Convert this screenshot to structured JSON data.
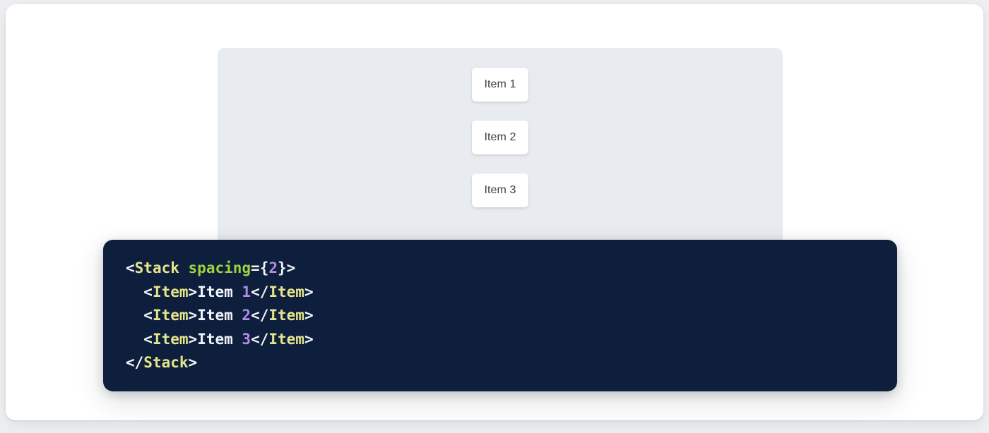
{
  "colors": {
    "page_background": "#eceef1",
    "card_background": "#ffffff",
    "preview_background": "#e8ebf0",
    "code_background": "#0d1f3c",
    "item_background": "#ffffff",
    "item_text": "#3f3f3f",
    "syntax_punctuation": "#f2f4f8",
    "syntax_tag": "#e6e58c",
    "syntax_attribute": "#9fd23c",
    "syntax_number": "#b28ce8",
    "syntax_text": "#f2f4f8"
  },
  "preview": {
    "component_name": "Stack",
    "items": [
      {
        "label": "Item 1"
      },
      {
        "label": "Item 2"
      },
      {
        "label": "Item 3"
      }
    ]
  },
  "code": {
    "language": "jsx",
    "lines": [
      {
        "indent": "",
        "tokens": [
          {
            "type": "punct",
            "text": "<"
          },
          {
            "type": "tag",
            "text": "Stack"
          },
          {
            "type": "punct",
            "text": " "
          },
          {
            "type": "attr",
            "text": "spacing"
          },
          {
            "type": "punct",
            "text": "={"
          },
          {
            "type": "num",
            "text": "2"
          },
          {
            "type": "punct",
            "text": "}>"
          }
        ]
      },
      {
        "indent": "  ",
        "tokens": [
          {
            "type": "punct",
            "text": "<"
          },
          {
            "type": "tag",
            "text": "Item"
          },
          {
            "type": "punct",
            "text": ">"
          },
          {
            "type": "text",
            "text": "Item "
          },
          {
            "type": "num",
            "text": "1"
          },
          {
            "type": "punct",
            "text": "</"
          },
          {
            "type": "tag",
            "text": "Item"
          },
          {
            "type": "punct",
            "text": ">"
          }
        ]
      },
      {
        "indent": "  ",
        "tokens": [
          {
            "type": "punct",
            "text": "<"
          },
          {
            "type": "tag",
            "text": "Item"
          },
          {
            "type": "punct",
            "text": ">"
          },
          {
            "type": "text",
            "text": "Item "
          },
          {
            "type": "num",
            "text": "2"
          },
          {
            "type": "punct",
            "text": "</"
          },
          {
            "type": "tag",
            "text": "Item"
          },
          {
            "type": "punct",
            "text": ">"
          }
        ]
      },
      {
        "indent": "  ",
        "tokens": [
          {
            "type": "punct",
            "text": "<"
          },
          {
            "type": "tag",
            "text": "Item"
          },
          {
            "type": "punct",
            "text": ">"
          },
          {
            "type": "text",
            "text": "Item "
          },
          {
            "type": "num",
            "text": "3"
          },
          {
            "type": "punct",
            "text": "</"
          },
          {
            "type": "tag",
            "text": "Item"
          },
          {
            "type": "punct",
            "text": ">"
          }
        ]
      },
      {
        "indent": "",
        "tokens": [
          {
            "type": "punct",
            "text": "</"
          },
          {
            "type": "tag",
            "text": "Stack"
          },
          {
            "type": "punct",
            "text": ">"
          }
        ]
      }
    ]
  }
}
